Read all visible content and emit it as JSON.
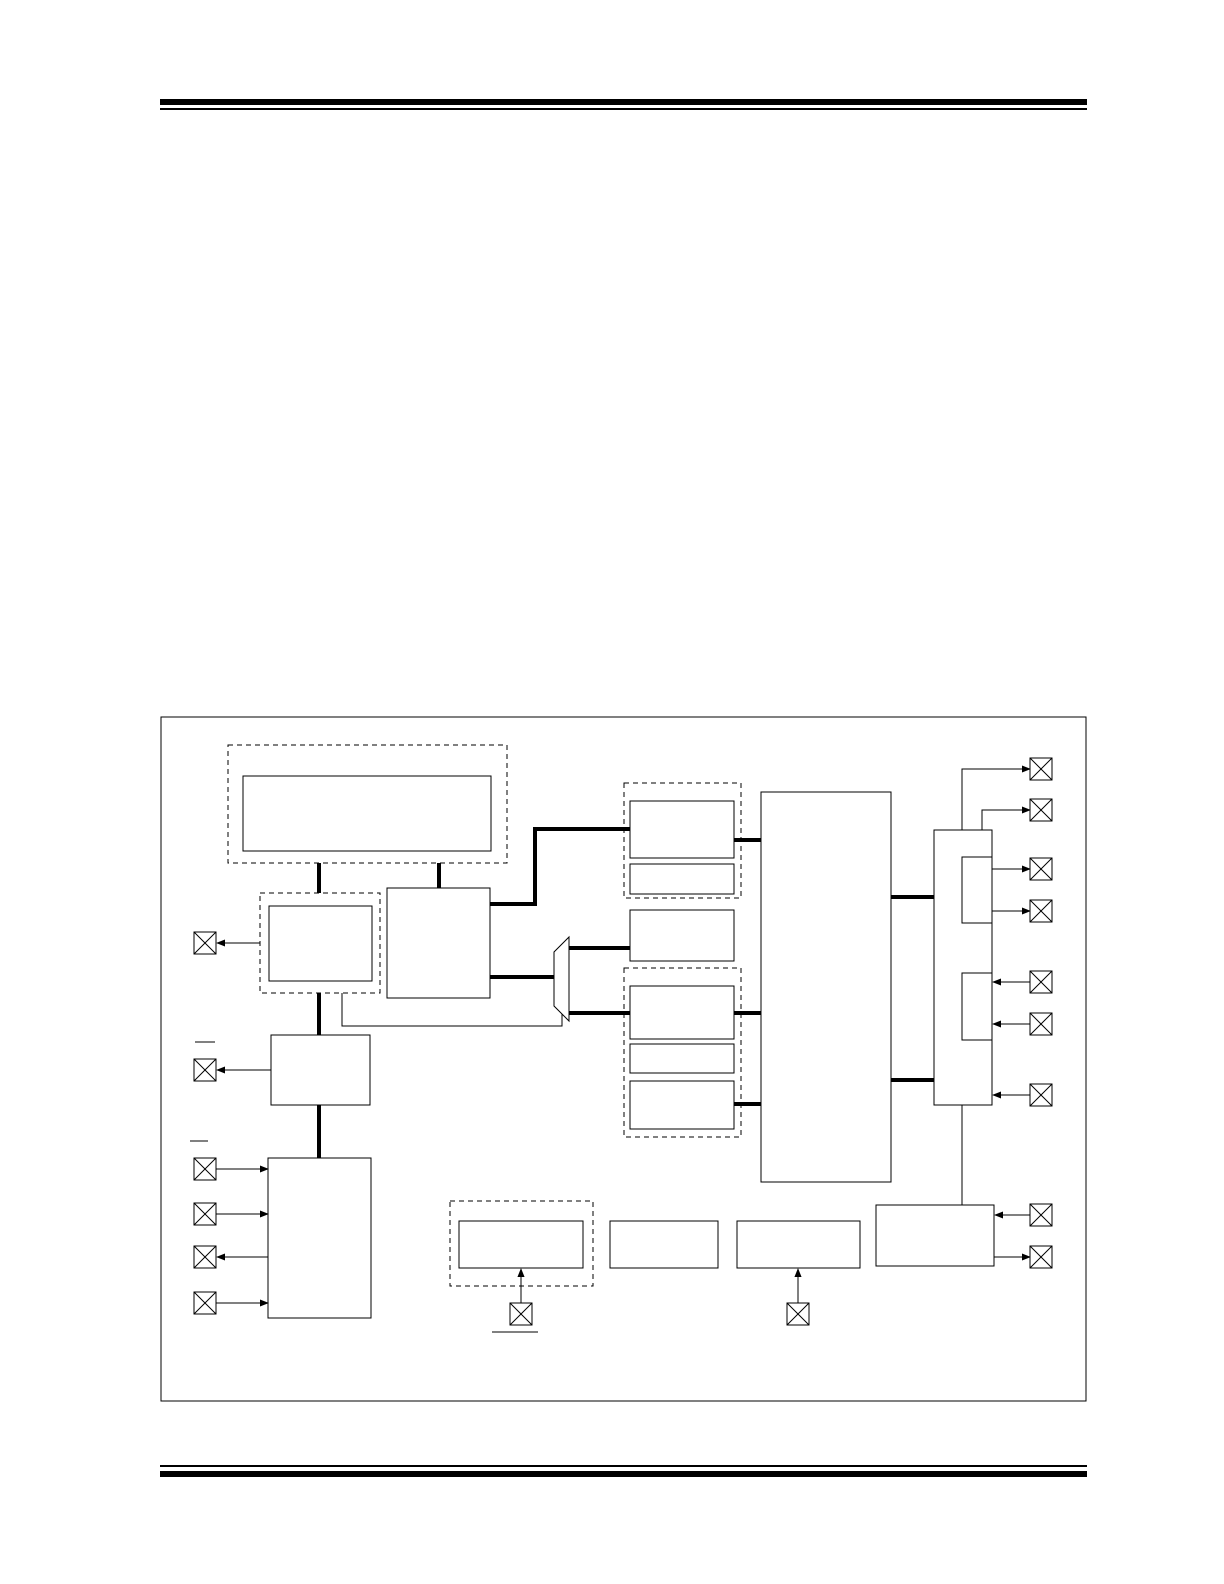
{
  "page": {
    "header_rule_color": "#000000",
    "footer_rule_color": "#000000"
  },
  "diagram": {
    "line_color": "#000000",
    "background": "#ffffff",
    "blocks": [
      {
        "id": "memory-array",
        "label": ""
      },
      {
        "id": "address-latch",
        "label": ""
      },
      {
        "id": "control-block",
        "label": ""
      },
      {
        "id": "io-control",
        "label": ""
      },
      {
        "id": "logic-block",
        "label": ""
      },
      {
        "id": "register-upper",
        "label": ""
      },
      {
        "id": "register-upper-small",
        "label": ""
      },
      {
        "id": "register-middle",
        "label": ""
      },
      {
        "id": "register-lower",
        "label": ""
      },
      {
        "id": "register-lower-small",
        "label": ""
      },
      {
        "id": "register-bottom",
        "label": ""
      },
      {
        "id": "data-bus",
        "label": ""
      },
      {
        "id": "port-block",
        "label": ""
      },
      {
        "id": "port-sub-upper",
        "label": ""
      },
      {
        "id": "port-sub-lower",
        "label": ""
      },
      {
        "id": "bottom-block-1",
        "label": ""
      },
      {
        "id": "bottom-block-2",
        "label": ""
      },
      {
        "id": "bottom-block-3",
        "label": ""
      },
      {
        "id": "bottom-block-4",
        "label": ""
      }
    ],
    "pins_count_hint": "",
    "icons": {
      "pin": "pin-x-box-icon",
      "arrow": "arrowhead-icon",
      "mux": "multiplexer-icon"
    }
  }
}
